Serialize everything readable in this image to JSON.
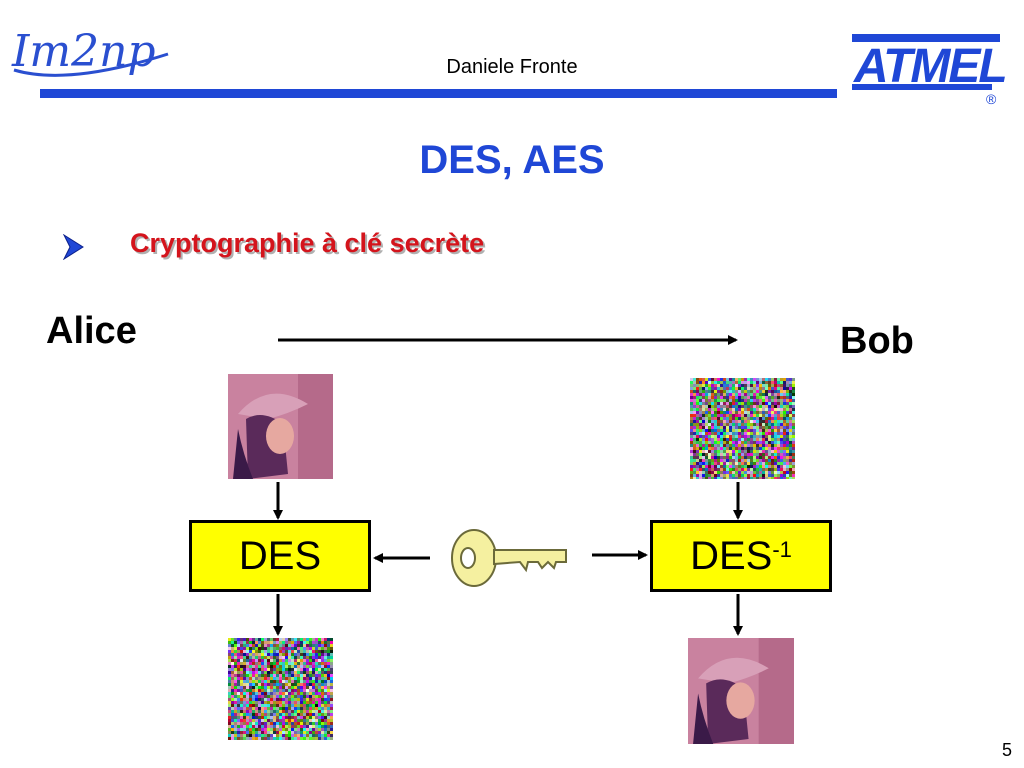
{
  "header": {
    "logo_left_text": "Im2np",
    "author": "Daniele Fronte",
    "logo_right_text": "ATMEL",
    "logo_right_mark": "®"
  },
  "slide": {
    "title": "DES, AES",
    "bullet": "Cryptographie à clé secrète",
    "alice": "Alice",
    "bob": "Bob",
    "encrypt_label": "DES",
    "decrypt_label": "DES",
    "decrypt_exponent": "-1",
    "page_number": "5"
  },
  "icons": [
    "arrow-bullet-icon",
    "key-icon"
  ],
  "colors": {
    "accent_blue": "#1f47d6",
    "bullet_red": "#d4141c",
    "box_yellow": "#ffff00"
  }
}
